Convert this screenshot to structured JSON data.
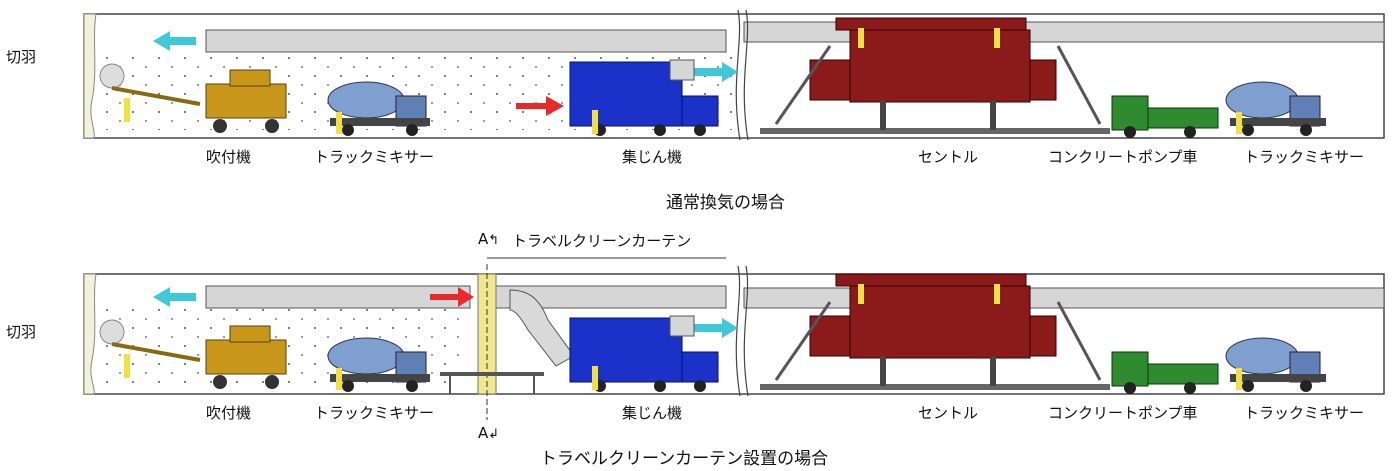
{
  "face_label": "切羽",
  "top_panel": {
    "caption": "通常換気の場合",
    "labels": {
      "shotcrete_machine": "吹付機",
      "truck_mixer_1": "トラックミキサー",
      "dust_collector": "集じん機",
      "central_form": "セントル",
      "concrete_pump_truck": "コンクリートポンプ車",
      "truck_mixer_2": "トラックミキサー"
    }
  },
  "bottom_panel": {
    "caption": "トラベルクリーンカーテン設置の場合",
    "curtain_label": "トラベルクリーンカーテン",
    "section_mark_top": "A",
    "section_mark_bottom": "A",
    "labels": {
      "shotcrete_machine": "吹付機",
      "truck_mixer_1": "トラックミキサー",
      "dust_collector": "集じん機",
      "central_form": "セントル",
      "concrete_pump_truck": "コンクリートポンプ車",
      "truck_mixer_2": "トラックミキサー"
    }
  },
  "colors": {
    "tunnel_wall": "#f3f2d8",
    "duct": "#d6d6d6",
    "arrow_cyan": "#3fc9d8",
    "arrow_red": "#e82a2a",
    "dust_collector": "#1a32c8",
    "central_form": "#8b1a1a",
    "pump_truck": "#2f8b2f",
    "mixer_drum": "#7f9fd0",
    "shotcrete": "#c8961a"
  }
}
